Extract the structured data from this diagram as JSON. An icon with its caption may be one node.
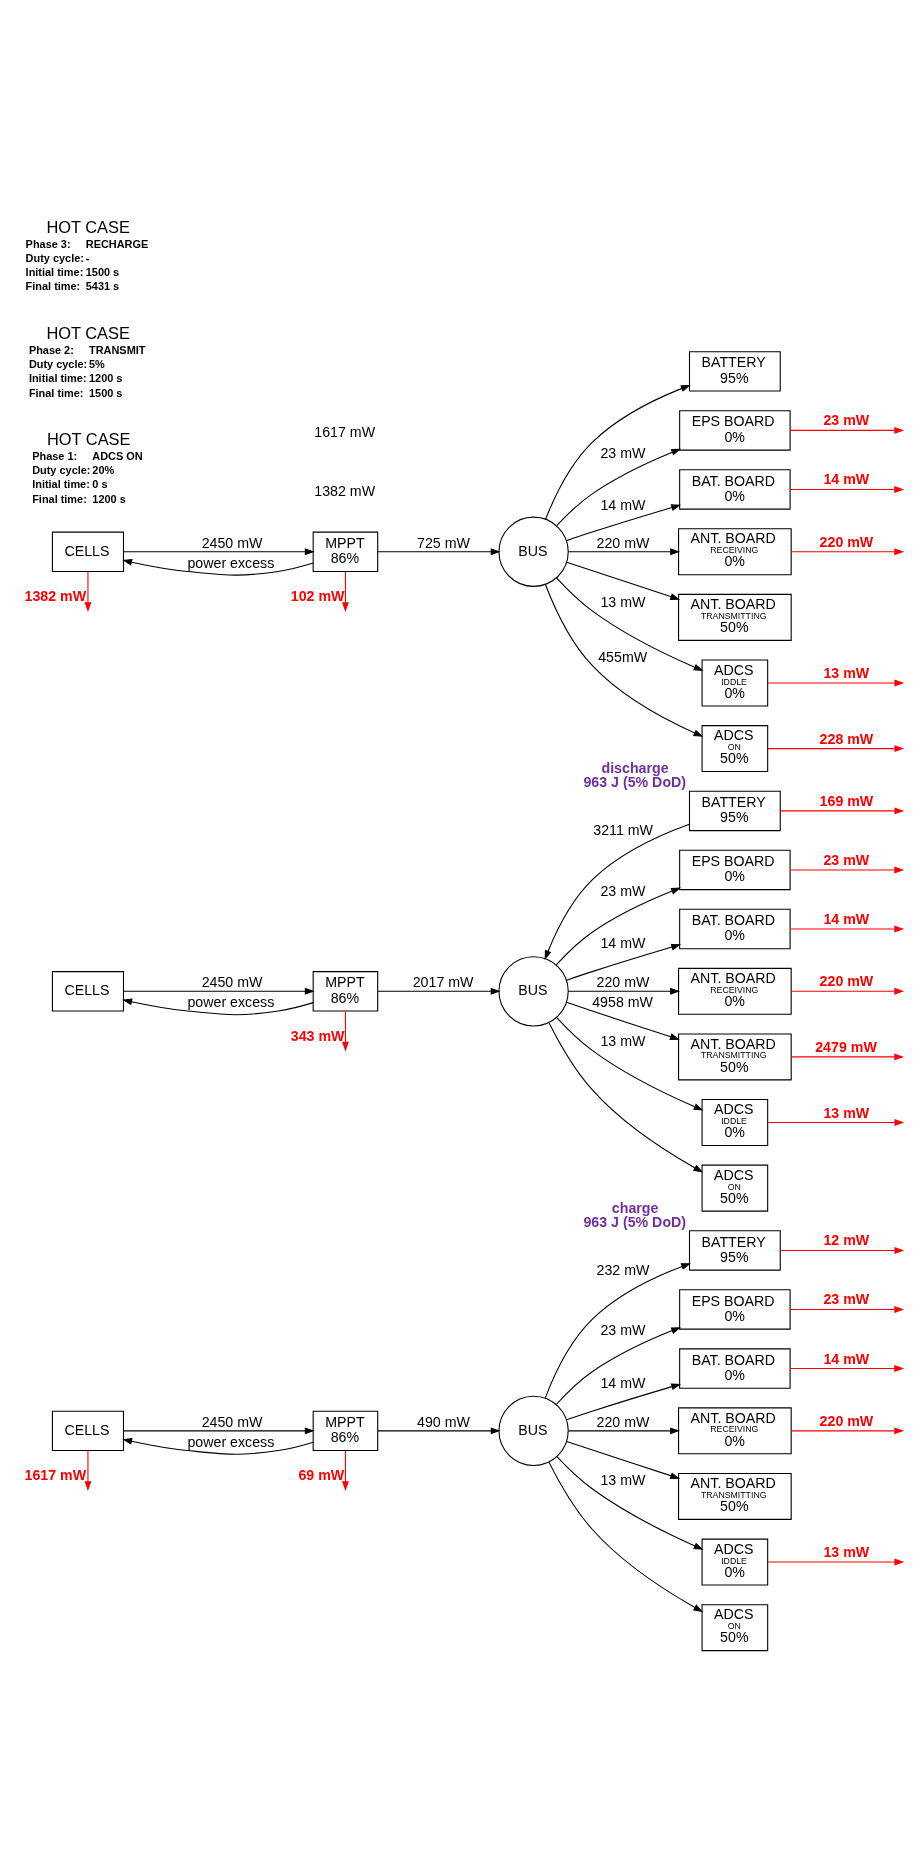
{
  "diagram": {
    "nodes": [
      {
        "text": [
          "CELLS"
        ]
      },
      {
        "text": [
          "MPPT",
          "86%"
        ]
      },
      {
        "text": [
          "BUS"
        ]
      },
      {
        "text": [
          "BATTERY",
          "95%"
        ]
      },
      {
        "text": [
          "EPS BOARD",
          "0%"
        ]
      },
      {
        "text": [
          "BAT. BOARD",
          "0%"
        ]
      },
      {
        "text": [
          "ANT. BOARD",
          "RECEIVING",
          "0%"
        ]
      },
      {
        "text": [
          "ANT. BOARD",
          "TRANSMITTING",
          "50%"
        ]
      },
      {
        "text": [
          "ADCS",
          "IDDLE",
          "0%"
        ]
      },
      {
        "text": [
          "ADCS",
          "ON",
          "50%"
        ]
      },
      {
        "text": [
          "CELLS"
        ]
      },
      {
        "text": [
          "MPPT",
          "86%"
        ]
      },
      {
        "text": [
          "BUS"
        ]
      },
      {
        "text": [
          "BATTERY",
          "95%"
        ],
        "beside": [
          "discharge",
          "963 J (5% DoD)"
        ]
      },
      {
        "text": [
          "EPS BOARD",
          "0%"
        ]
      },
      {
        "text": [
          "BAT. BOARD",
          "0%"
        ]
      },
      {
        "text": [
          "ANT. BOARD",
          "RECEIVING",
          "0%"
        ]
      },
      {
        "text": [
          "ANT. BOARD",
          "TRANSMITTING",
          "50%"
        ]
      },
      {
        "text": [
          "ADCS",
          "IDDLE",
          "0%"
        ]
      },
      {
        "text": [
          "ADCS",
          "ON",
          "50%"
        ]
      },
      {
        "text": [
          "CELLS"
        ]
      },
      {
        "text": [
          "MPPT",
          "86%"
        ]
      },
      {
        "text": [
          "BUS"
        ]
      },
      {
        "text": [
          "BATTERY",
          "95%"
        ],
        "beside": [
          "charge",
          "963 J (5% DoD)"
        ]
      },
      {
        "text": [
          "EPS BOARD",
          "0%"
        ]
      },
      {
        "text": [
          "BAT. BOARD",
          "0%"
        ]
      },
      {
        "text": [
          "ANT. BOARD",
          "RECEIVING",
          "0%"
        ]
      },
      {
        "text": [
          "ANT. BOARD",
          "TRANSMITTING",
          "50%"
        ]
      },
      {
        "text": [
          "ADCS",
          "IDDLE",
          "0%"
        ]
      },
      {
        "text": [
          "ADCS",
          "ON",
          "50%"
        ]
      }
    ],
    "edges": [
      {
        "from": 0,
        "to": 1,
        "arrow": "to",
        "label": "2450 mW"
      },
      {
        "from": 1,
        "to": null,
        "arrow": "to",
        "label": "102 mW",
        "color": "#ff0000"
      },
      {
        "from": 0,
        "to": null,
        "arrow": "to",
        "label": "1382 mW",
        "color": "#ff0000"
      },
      {
        "from": 1,
        "to": 2,
        "arrow": "to",
        "label": "725 mW"
      },
      {
        "from": 1,
        "to": 0,
        "arrow": "to",
        "label": "power excess"
      },
      {
        "from": 2,
        "to": 3,
        "arrow": "to"
      },
      {
        "from": 2,
        "to": 4,
        "arrow": "to",
        "label": "23 mW"
      },
      {
        "from": 2,
        "to": 5,
        "arrow": "to",
        "label": "14 mW"
      },
      {
        "from": 2,
        "to": 6,
        "arrow": "to",
        "label": "220 mW"
      },
      {
        "from": 2,
        "to": 7,
        "arrow": "to"
      },
      {
        "from": 2,
        "to": 8,
        "arrow": "to",
        "label": "13 mW"
      },
      {
        "from": 2,
        "to": 9,
        "arrow": "to",
        "label": "455mW"
      },
      {
        "from": 4,
        "to": null,
        "arrow": "to",
        "label": "23 mW",
        "color": "#ff0000"
      },
      {
        "from": 5,
        "to": null,
        "arrow": "to",
        "label": "14 mW",
        "color": "#ff0000"
      },
      {
        "from": 6,
        "to": null,
        "arrow": "to",
        "label": "220 mW",
        "color": "#ff0000"
      },
      {
        "from": 8,
        "to": null,
        "arrow": "to",
        "label": "13 mW",
        "color": "#ff0000"
      },
      {
        "from": 9,
        "to": null,
        "arrow": "to",
        "label": "228 mW",
        "color": "#ff0000"
      },
      {
        "from": 10,
        "to": 11,
        "arrow": "to",
        "label": "2450 mW"
      },
      {
        "from": 11,
        "to": null,
        "arrow": "to",
        "label": "343 mW",
        "color": "#ff0000"
      },
      {
        "from": 11,
        "to": 12,
        "arrow": "to",
        "label": "2017 mW"
      },
      {
        "from": 11,
        "to": 10,
        "arrow": "to",
        "label": "power excess"
      },
      {
        "from": 13,
        "to": 12,
        "arrow": "to",
        "label": "3211 mW"
      },
      {
        "from": 13,
        "to": null,
        "arrow": "to",
        "label": "169 mW",
        "color": "#ff0000"
      },
      {
        "from": 12,
        "to": 14,
        "arrow": "to",
        "label": "23 mW"
      },
      {
        "from": 12,
        "to": 15,
        "arrow": "to",
        "label": "14 mW"
      },
      {
        "from": 12,
        "to": 16,
        "arrow": "to",
        "label": "220 mW"
      },
      {
        "from": 12,
        "to": 17,
        "arrow": "to",
        "label": "4958 mW"
      },
      {
        "from": 12,
        "to": 18,
        "arrow": "to",
        "label": "13 mW"
      },
      {
        "from": 12,
        "to": 19,
        "arrow": "to"
      },
      {
        "from": 14,
        "to": null,
        "arrow": "to",
        "label": "23 mW",
        "color": "#ff0000"
      },
      {
        "from": 15,
        "to": null,
        "arrow": "to",
        "label": "14 mW",
        "color": "#ff0000"
      },
      {
        "from": 16,
        "to": null,
        "arrow": "to",
        "label": "220 mW",
        "color": "#ff0000"
      },
      {
        "from": 17,
        "to": null,
        "arrow": "to",
        "label": "2479 mW",
        "color": "#ff0000"
      },
      {
        "from": 18,
        "to": null,
        "arrow": "to",
        "label": "13 mW",
        "color": "#ff0000"
      },
      {
        "from": 20,
        "to": 21,
        "arrow": "to",
        "label": "2450 mW"
      },
      {
        "from": 21,
        "to": null,
        "arrow": "to",
        "label": "69 mW",
        "color": "#ff0000"
      },
      {
        "from": 20,
        "to": null,
        "arrow": "to",
        "label": "1617 mW",
        "color": "#ff0000"
      },
      {
        "from": 21,
        "to": 22,
        "arrow": "to",
        "label": "490 mW"
      },
      {
        "from": 21,
        "to": 20,
        "arrow": "to",
        "label": "power excess"
      },
      {
        "from": 22,
        "to": 23,
        "arrow": "to",
        "label": "232 mW"
      },
      {
        "from": 23,
        "to": null,
        "arrow": "to",
        "label": "12 mW",
        "color": "#ff0000"
      },
      {
        "from": 22,
        "to": 24,
        "arrow": "to",
        "label": "23 mW"
      },
      {
        "from": 22,
        "to": 25,
        "arrow": "to",
        "label": "14 mW"
      },
      {
        "from": 22,
        "to": 26,
        "arrow": "to",
        "label": "220 mW"
      },
      {
        "from": 22,
        "to": 27,
        "arrow": "to"
      },
      {
        "from": 22,
        "to": 28,
        "arrow": "to",
        "label": "13 mW"
      },
      {
        "from": 22,
        "to": 29,
        "arrow": "to"
      },
      {
        "from": 24,
        "to": null,
        "arrow": "to",
        "label": "23 mW",
        "color": "#ff0000"
      },
      {
        "from": 25,
        "to": null,
        "arrow": "to",
        "label": "14 mW",
        "color": "#ff0000"
      },
      {
        "from": 26,
        "to": null,
        "arrow": "to",
        "label": "220 mW",
        "color": "#ff0000"
      },
      {
        "from": 28,
        "to": null,
        "arrow": "to",
        "label": "13 mW",
        "color": "#ff0000"
      }
    ],
    "labels": [
      "1382 mW",
      "HOT CASE",
      "Phase 1:",
      "ADCS ON",
      "Duty cycle:",
      "20%",
      "Initial time:",
      "0 s",
      "Final time:",
      "1200 s",
      "HOT CASE",
      "Phase 2:",
      "TRANSMIT",
      "Duty cycle:",
      "5%",
      "Initial time:",
      "1200 s",
      "Final time:",
      "1500 s",
      "1617 mW",
      "HOT CASE",
      "Phase 3:",
      "RECHARGE",
      "Duty cycle:",
      "-",
      "Initial time:",
      "1500 s",
      "Final time:",
      "5431 s"
    ]
  }
}
